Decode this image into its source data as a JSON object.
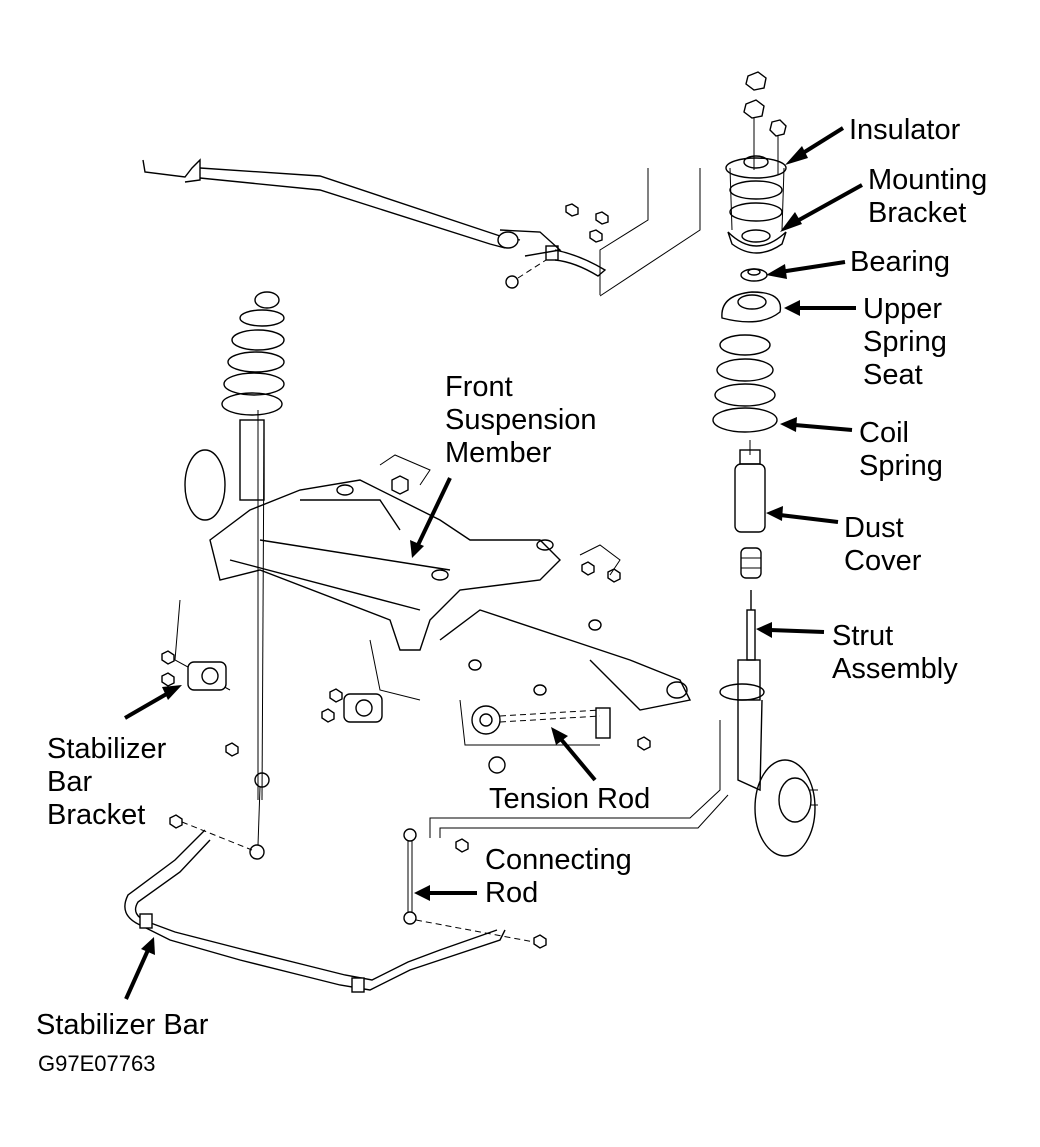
{
  "diagram": {
    "title": "Front Suspension Exploded View",
    "code": "G97E07763",
    "labels": {
      "insulator": [
        "Insulator"
      ],
      "mounting_bracket": [
        "Mounting",
        "Bracket"
      ],
      "bearing": [
        "Bearing"
      ],
      "upper_spring_seat": [
        "Upper",
        "Spring",
        "Seat"
      ],
      "coil_spring": [
        "Coil",
        "Spring"
      ],
      "dust_cover": [
        "Dust",
        "Cover"
      ],
      "strut_assembly": [
        "Strut",
        "Assembly"
      ],
      "front_suspension_member": [
        "Front",
        "Suspension",
        "Member"
      ],
      "stabilizer_bar_bracket": [
        "Stabilizer",
        "Bar",
        "Bracket"
      ],
      "tension_rod": [
        "Tension Rod"
      ],
      "connecting_rod": [
        "Connecting",
        "Rod"
      ],
      "stabilizer_bar": [
        "Stabilizer Bar"
      ]
    }
  }
}
